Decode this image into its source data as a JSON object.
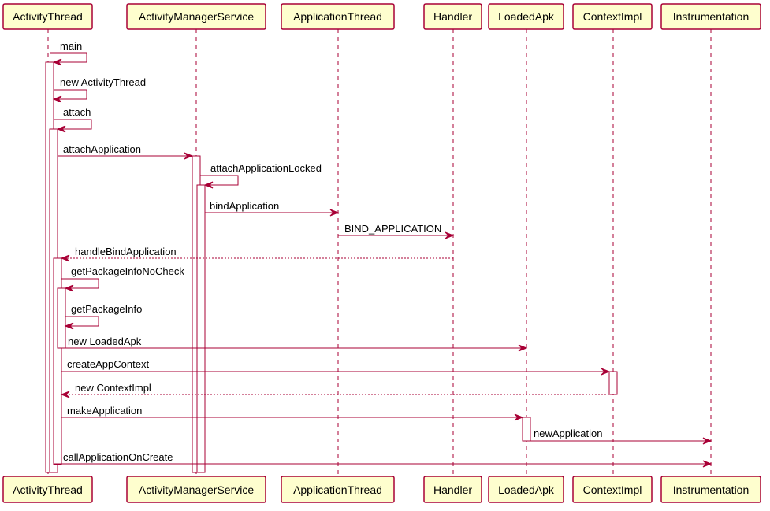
{
  "participants": [
    {
      "id": "activity_thread",
      "label": "ActivityThread"
    },
    {
      "id": "ams",
      "label": "ActivityManagerService"
    },
    {
      "id": "app_thread",
      "label": "ApplicationThread"
    },
    {
      "id": "handler",
      "label": "Handler"
    },
    {
      "id": "loaded_apk",
      "label": "LoadedApk"
    },
    {
      "id": "context_impl",
      "label": "ContextImpl"
    },
    {
      "id": "instrumentation",
      "label": "Instrumentation"
    }
  ],
  "messages": [
    {
      "id": "main",
      "label": "main",
      "from": "activity_thread",
      "to": "activity_thread",
      "style": "solid"
    },
    {
      "id": "new_activity_thread",
      "label": "new ActivityThread",
      "from": "activity_thread",
      "to": "activity_thread",
      "style": "solid"
    },
    {
      "id": "attach",
      "label": "attach",
      "from": "activity_thread",
      "to": "activity_thread",
      "style": "solid"
    },
    {
      "id": "attach_application",
      "label": "attachApplication",
      "from": "activity_thread",
      "to": "ams",
      "style": "solid"
    },
    {
      "id": "attach_application_locked",
      "label": "attachApplicationLocked",
      "from": "ams",
      "to": "ams",
      "style": "solid"
    },
    {
      "id": "bind_application",
      "label": "bindApplication",
      "from": "ams",
      "to": "app_thread",
      "style": "solid"
    },
    {
      "id": "bind_application_msg",
      "label": "BIND_APPLICATION",
      "from": "app_thread",
      "to": "handler",
      "style": "solid"
    },
    {
      "id": "handle_bind_application",
      "label": "handleBindApplication",
      "from": "handler",
      "to": "activity_thread",
      "style": "dashed"
    },
    {
      "id": "get_package_info_no_check",
      "label": "getPackageInfoNoCheck",
      "from": "activity_thread",
      "to": "activity_thread",
      "style": "solid"
    },
    {
      "id": "get_package_info",
      "label": "getPackageInfo",
      "from": "activity_thread",
      "to": "activity_thread",
      "style": "solid"
    },
    {
      "id": "new_loaded_apk",
      "label": "new LoadedApk",
      "from": "activity_thread",
      "to": "loaded_apk",
      "style": "solid"
    },
    {
      "id": "create_app_context",
      "label": "createAppContext",
      "from": "activity_thread",
      "to": "context_impl",
      "style": "solid"
    },
    {
      "id": "new_context_impl",
      "label": "new ContextImpl",
      "from": "context_impl",
      "to": "activity_thread",
      "style": "dashed"
    },
    {
      "id": "make_application",
      "label": "makeApplication",
      "from": "activity_thread",
      "to": "loaded_apk",
      "style": "solid"
    },
    {
      "id": "new_application",
      "label": "newApplication",
      "from": "loaded_apk",
      "to": "instrumentation",
      "style": "solid"
    },
    {
      "id": "call_application_on_create",
      "label": "callApplicationOnCreate",
      "from": "activity_thread",
      "to": "instrumentation",
      "style": "solid"
    }
  ],
  "colors": {
    "border": "#A80036",
    "box_fill": "#FEFECE"
  }
}
